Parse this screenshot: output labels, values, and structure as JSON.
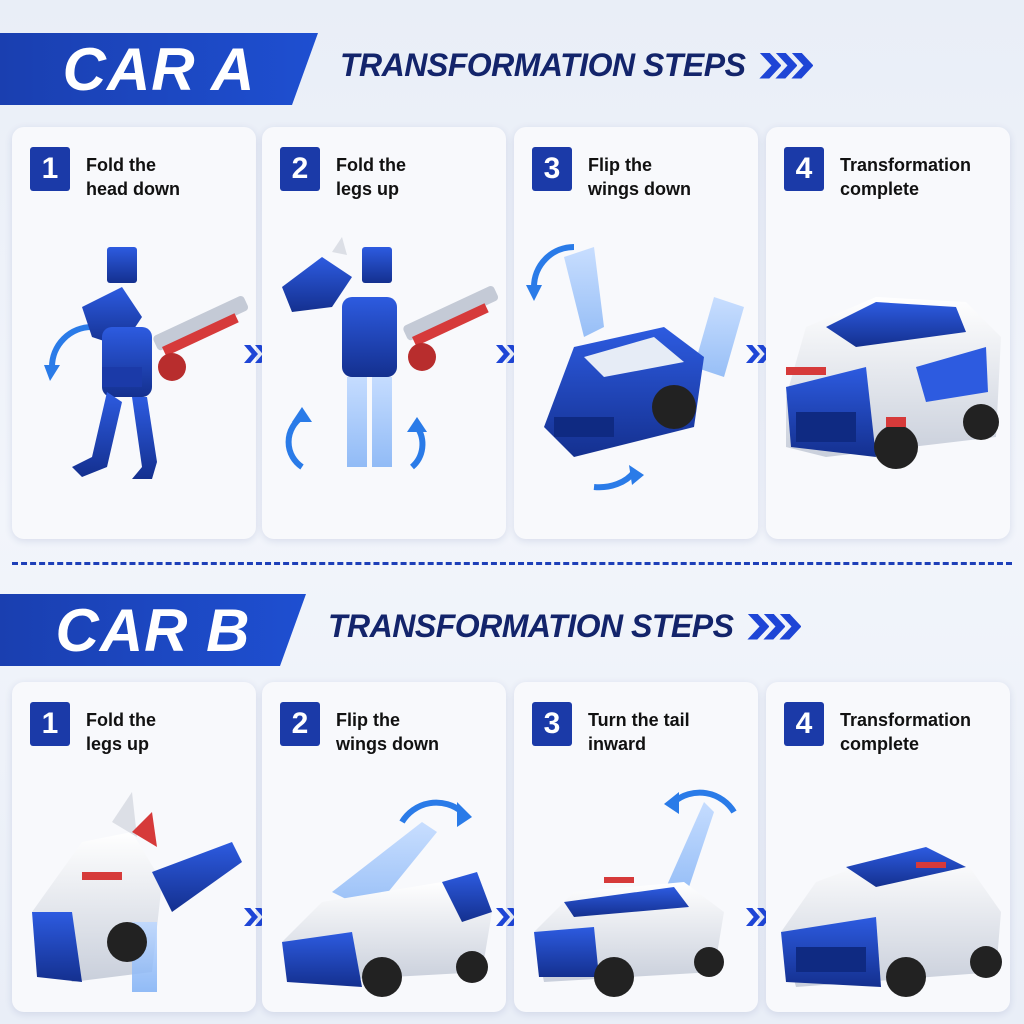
{
  "sections": [
    {
      "title": "CAR A",
      "heading": "TRANSFORMATION STEPS",
      "steps": [
        {
          "number": "1",
          "text": "Fold the\nhead down"
        },
        {
          "number": "2",
          "text": "Fold the\nlegs up"
        },
        {
          "number": "3",
          "text": "Flip the\nwings down"
        },
        {
          "number": "4",
          "text": "Transformation\ncomplete"
        }
      ]
    },
    {
      "title": "CAR B",
      "heading": "TRANSFORMATION STEPS",
      "steps": [
        {
          "number": "1",
          "text": "Fold the\nlegs up"
        },
        {
          "number": "2",
          "text": "Flip the\nwings down"
        },
        {
          "number": "3",
          "text": "Turn the tail\ninward"
        },
        {
          "number": "4",
          "text": "Transformation\ncomplete"
        }
      ]
    }
  ],
  "colors": {
    "brand_blue": "#1b3aa8",
    "accent_blue": "#1e45d6",
    "heading_navy": "#13246b"
  }
}
